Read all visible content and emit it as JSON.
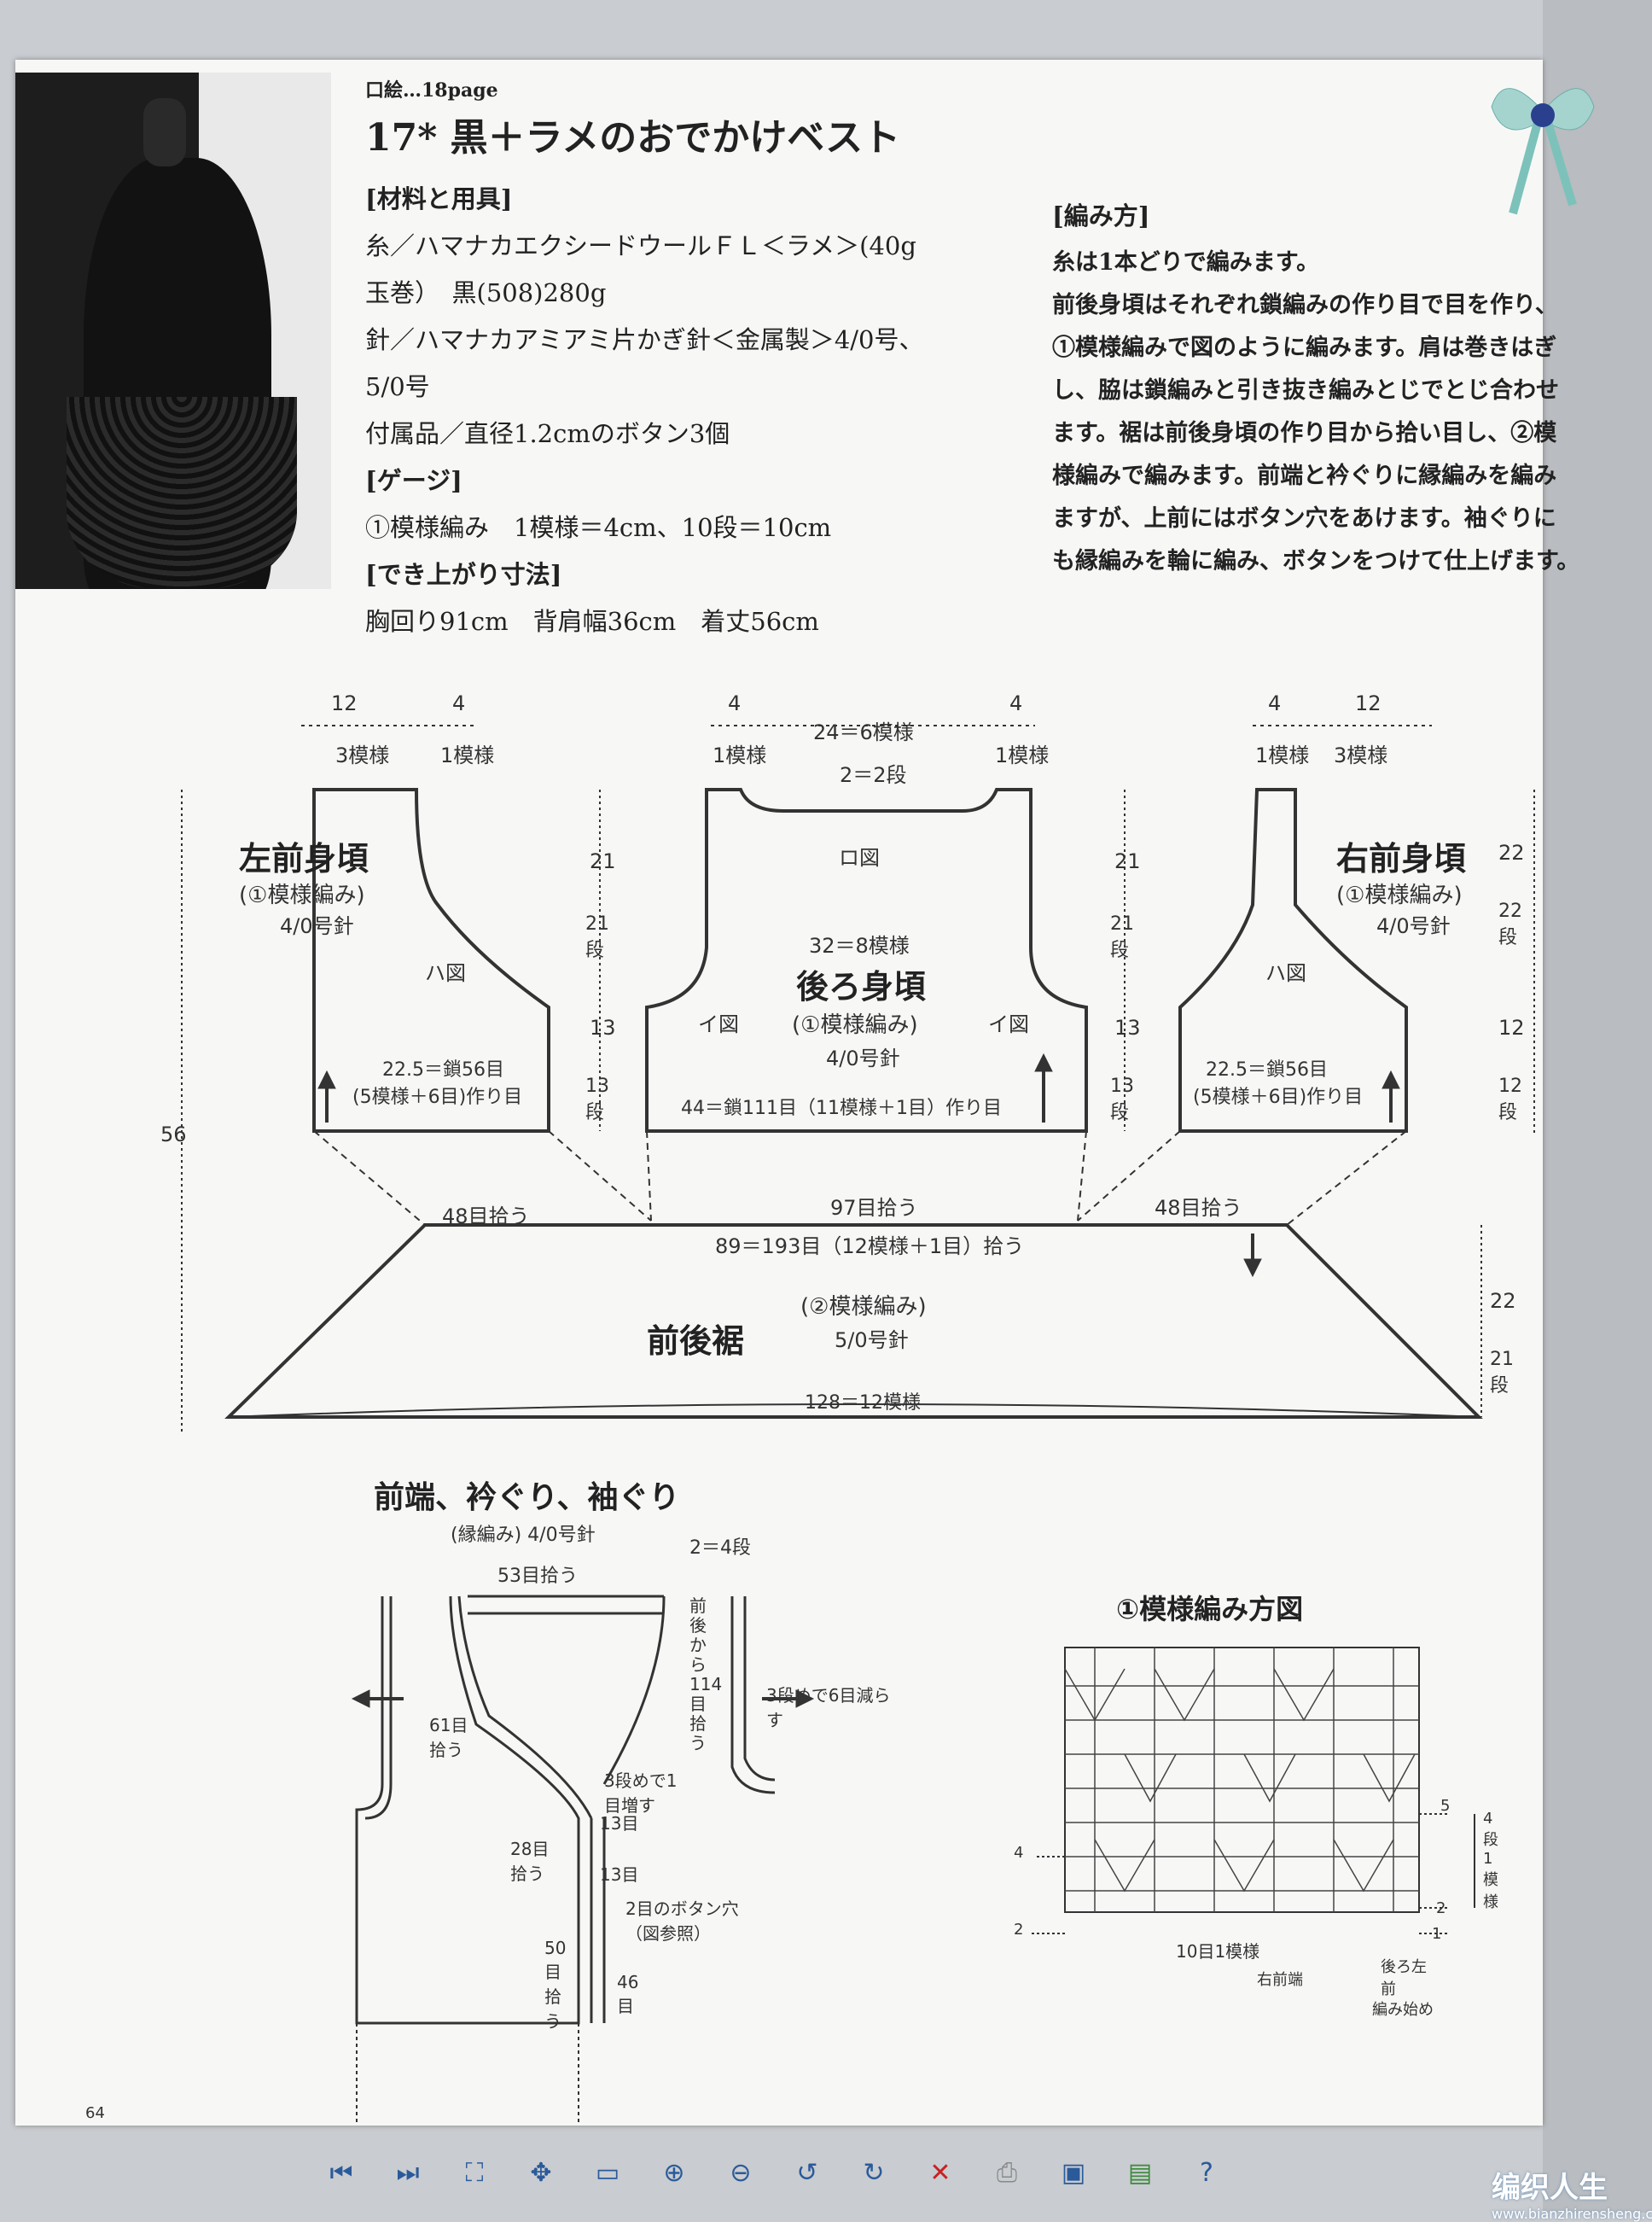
{
  "header": {
    "page_ref": "口絵…18page",
    "title": "17* 黒＋ラメのおでかけベスト"
  },
  "materials": {
    "heading": "[材料と用具]",
    "lines": [
      "糸／ハマナカエクシードウールＦＬ＜ラメ＞(40g",
      "玉巻）　黒(508)280g",
      "針／ハマナカアミアミ片かぎ針＜金属製＞4/0号、",
      "5/0号",
      "付属品／直径1.2cmのボタン3個"
    ],
    "gauge_heading": "[ゲージ]",
    "gauge": "①模様編み　1模様＝4cm、10段＝10cm",
    "size_heading": "[でき上がり寸法]",
    "size": "胸回り91cm　背肩幅36cm　着丈56cm"
  },
  "method": {
    "heading": "[編み方]",
    "lines": [
      "糸は1本どりで編みます。",
      "前後身頃はそれぞれ鎖編みの作り目で目を作り、",
      "①模様編みで図のように編みます。肩は巻きはぎ",
      "し、脇は鎖編みと引き抜き編みとじでとじ合わせ",
      "ます。裾は前後身頃の作り目から拾い目し、②模",
      "様編みで編みます。前端と衿ぐりに縁編みを編み",
      "ますが、上前にはボタン穴をあけます。袖ぐりに",
      "も縁編みを輪に編み、ボタンをつけて仕上げます。"
    ]
  },
  "diagram": {
    "left_front": {
      "title": "左前身頃",
      "pattern": "(①模様編み)",
      "needle": "4/0号針",
      "fig": "ハ図",
      "cast": "22.5＝鎖56目",
      "cast2": "(5模様＋6目)作り目",
      "top_a": "12",
      "top_a2": "3模様",
      "top_b": "4",
      "top_b2": "1模様"
    },
    "back": {
      "title": "後ろ身頃",
      "pattern": "(①模様編み)",
      "needle": "4/0号針",
      "fig_top": "ロ図",
      "fig_l": "イ図",
      "fig_r": "イ図",
      "width": "32＝8模様",
      "cast": "44＝鎖111目（11模様＋1目）作り目",
      "top": "24＝6模様",
      "top_side": "4",
      "top_side2": "1模様",
      "neck": "2＝2段"
    },
    "right_front": {
      "title": "右前身頃",
      "pattern": "(①模様編み)",
      "needle": "4/0号針",
      "fig": "ハ図",
      "cast": "22.5＝鎖56目",
      "cast2": "(5模様＋6目)作り目",
      "top_a": "4",
      "top_a2": "1模様",
      "top_b": "12",
      "top_b2": "3模様"
    },
    "heights": {
      "upper": "21",
      "upper2": "21段",
      "lower": "13",
      "lower2": "13段",
      "right_upper": "22",
      "right_upper2": "22段",
      "right_lower": "12",
      "right_lower2": "12段",
      "total": "56",
      "skirt": "22",
      "skirt2": "21段"
    },
    "skirt": {
      "title": "前後裾",
      "pattern": "(②模様編み)",
      "needle": "5/0号針",
      "pick_l": "48目拾う",
      "pick_c": "97目拾う",
      "pick_r": "48目拾う",
      "top": "89＝193目（12模様＋1目）拾う",
      "bottom": "128＝12模様"
    },
    "edging": {
      "title": "前端、衿ぐり、袖ぐり",
      "sub": "(縁編み) 4/0号針",
      "neck_pick": "53目拾う",
      "rows": "2＝4段",
      "front_pick": "前後から114目拾う",
      "arm_dec": "3段めで6目減らす",
      "pick61": "61目拾う",
      "inc": "3段めで1目増す",
      "pick28": "28目拾う",
      "n13a": "13目",
      "n13b": "13目",
      "button": "2目のボタン穴（図参照）",
      "pick50": "50目拾う",
      "n46": "46目"
    },
    "chart": {
      "title": "①模様編み方図",
      "rows": "4段1模様",
      "stitches": "10目1模様",
      "right_front": "右前端",
      "back_left": "後ろ左前",
      "start": "編み始め",
      "r1": "1",
      "r2": "2",
      "r4": "4",
      "r5": "5"
    }
  },
  "page_number": "64",
  "watermark": {
    "text": "编织人生",
    "url": "www.bianzhirensheng.com"
  }
}
